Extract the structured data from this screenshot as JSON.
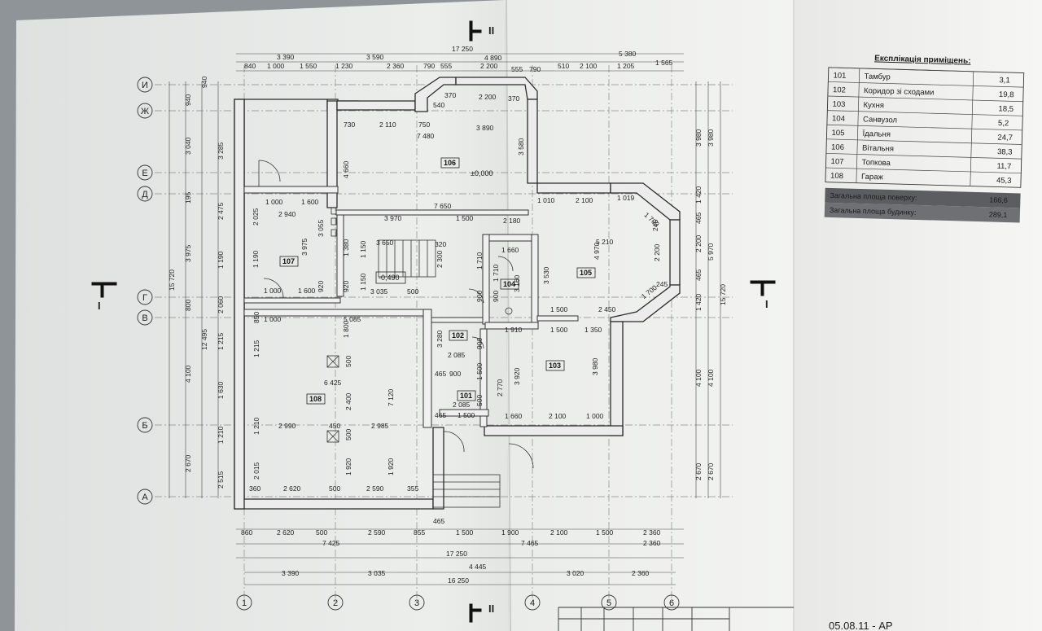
{
  "title_block": {
    "drawing_code": "05.08.11 - АР"
  },
  "section_mark": "II",
  "cut_mark": "I",
  "axes_letters": [
    "И",
    "Ж",
    "Е",
    "Д",
    "Г",
    "В",
    "Б",
    "А"
  ],
  "axes_numbers": [
    "1",
    "2",
    "3",
    "4",
    "5",
    "6"
  ],
  "rooms": [
    {
      "id": "101",
      "name": "Тамбур",
      "area": "3,1"
    },
    {
      "id": "102",
      "name": "Коридор зі сходами",
      "area": "19,8"
    },
    {
      "id": "103",
      "name": "Кухня",
      "area": "18,5"
    },
    {
      "id": "104",
      "name": "Санвузол",
      "area": "5,2"
    },
    {
      "id": "105",
      "name": "Їдальня",
      "area": "24,7"
    },
    {
      "id": "106",
      "name": "Вітальня",
      "area": "38,3"
    },
    {
      "id": "107",
      "name": "Топкова",
      "area": "11,7"
    },
    {
      "id": "108",
      "name": "Гараж",
      "area": "45,3"
    }
  ],
  "legend": {
    "title": "Експлікація приміщень:",
    "floor_area_label": "Загальна площа поверху:",
    "floor_area_value": "166,6",
    "house_area_label": "Загальна площа будинку:",
    "house_area_value": "289,1"
  },
  "levels": {
    "main": "±0,000",
    "lower": "-0,490"
  },
  "top_dims": {
    "total": "17 250",
    "row1": [
      "3 390",
      "3 590",
      "4 890",
      "5 380"
    ],
    "row2": [
      "840",
      "1 000",
      "1 550",
      "1 230",
      "2 360",
      "790",
      "555",
      "2 200",
      "555",
      "790",
      "510",
      "2 100",
      "1 205",
      "1 565"
    ]
  },
  "bottom_dims": {
    "row1": [
      "860",
      "2 620",
      "500",
      "2 590",
      "855",
      "465",
      "1 500",
      "1 900",
      "2 100",
      "1 500",
      "2 360"
    ],
    "row2": [
      "7 425",
      "7 465",
      "2 360"
    ],
    "row3": "17 250",
    "row4": [
      "3 390",
      "3 035",
      "4 445",
      "3 020",
      "2 360"
    ],
    "row5": "16 250"
  },
  "left_dims": {
    "row1": [
      "940",
      "940",
      "3 040",
      "195",
      "3 975",
      "800",
      "4 100",
      "2 670"
    ],
    "row2": [
      "3 285",
      "2 475",
      "1 190",
      "2 060",
      "1 215",
      "1 630",
      "1 210",
      "2 515"
    ],
    "total_a": "15 720",
    "total_b": "12 495"
  },
  "right_dims": [
    "3 980",
    "3 980",
    "1 420",
    "465",
    "2 200",
    "5 970",
    "465",
    "1 420",
    "4 100",
    "4 100",
    "2 670",
    "2 670",
    "15 720"
  ],
  "inner_dims": {
    "d730": "730",
    "d2110": "2 110",
    "d750": "750",
    "d3890": "3 890",
    "d7480": "7 480",
    "d7650": "7 650",
    "d3970": "3 970",
    "d1500a": "1 500",
    "d2180": "2 180",
    "d1000a": "1 000",
    "d1600a": "1 600",
    "d2940": "2 940",
    "d1000b": "1 000",
    "d1600b": "1 600",
    "d370a": "370",
    "d370b": "370",
    "d2200": "2 200",
    "d540": "540",
    "d4660": "4 660",
    "d3580": "3 580",
    "d2025": "2 025",
    "d3975": "3 975",
    "d3055": "3 055",
    "d1190": "1 190",
    "d1380": "1 380",
    "d1150a": "1 150",
    "d1150b": "1 150",
    "d3650": "3 650",
    "d320": "320",
    "d2300": "2 300",
    "d3035": "3 035",
    "d500a": "500",
    "d920a": "920",
    "d920b": "920",
    "d1710a": "1 710",
    "d1710b": "1 710",
    "d1660a": "1 660",
    "d3160": "3 160",
    "d900a": "900",
    "d900b": "900",
    "d1010": "1 010",
    "d2100a": "2 100",
    "d1019": "1 019",
    "d1700a": "1 700",
    "d5210": "5 210",
    "d4970": "4 970",
    "d2200b": "2 200",
    "d3530": "3 530",
    "d1500b": "1 500",
    "d2450": "2 450",
    "d1700b": "1 700",
    "d245a": "245",
    "d245b": "245",
    "d1910": "1 910",
    "d1500c": "1 500",
    "d1350": "1 350",
    "d850": "850",
    "d1000c": "1 000",
    "d5085": "5 085",
    "d1800": "1 800",
    "d500b": "500",
    "d6425": "6 425",
    "d2400": "2 400",
    "d7120": "7 120",
    "d3280": "3 280",
    "d2085a": "2 085",
    "d465a": "465",
    "d900c": "900",
    "d900d": "900",
    "d1500d": "1 500",
    "d2770": "2 770",
    "d3920": "3 920",
    "d3980": "3 980",
    "d2085b": "2 085",
    "d465b": "465",
    "d1500e": "1 500",
    "d500c": "500",
    "d2990": "2 990",
    "d450": "450",
    "d2985": "2 985",
    "d500d": "500",
    "d1660b": "1 660",
    "d2100b": "2 100",
    "d1000d": "1 000",
    "d2015": "2 015",
    "d1920a": "1 920",
    "d1920b": "1 920",
    "d360": "360",
    "d2620": "2 620",
    "d500e": "500",
    "d2590": "2 590",
    "d355": "355",
    "d1215": "1 215",
    "d1210": "1 210"
  },
  "colors": {
    "paper": "#f2f3f1",
    "ink": "#2a2a2a",
    "dashline": "#7b7b7b",
    "legend_dark": "#5c5d60",
    "background": "#8f9499"
  }
}
